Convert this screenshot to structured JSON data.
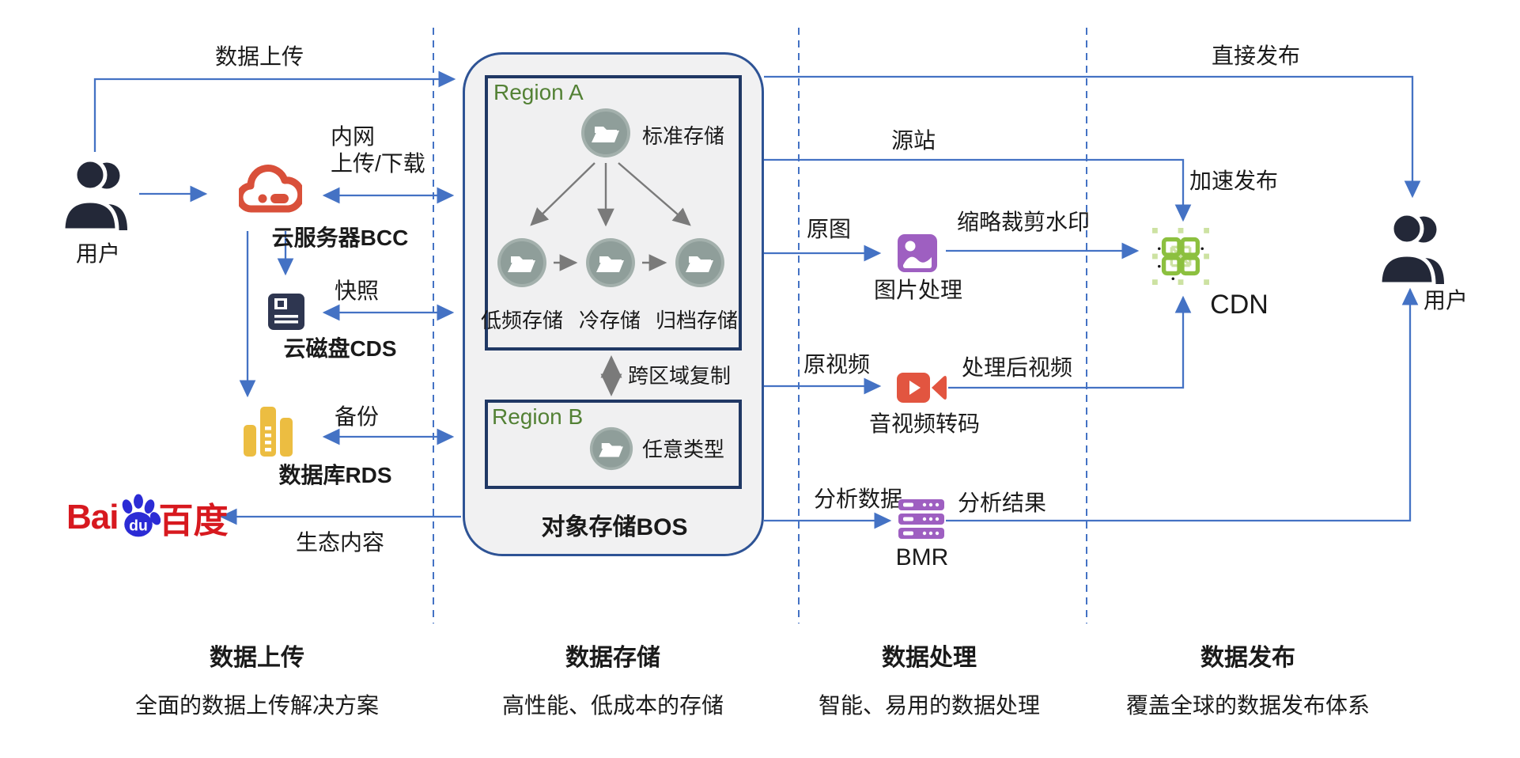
{
  "left": {
    "user_label": "用户",
    "bcc_label": "云服务器BCC",
    "cds_label": "云磁盘CDS",
    "rds_label": "数据库RDS",
    "baidu_logo": {
      "bai": "Bai",
      "du": "du",
      "cn": "百度"
    }
  },
  "edges": {
    "upload": "数据上传",
    "intranet_line1": "内网",
    "intranet_line2": "上传/下载",
    "snapshot": "快照",
    "backup": "备份",
    "eco_content": "生态内容",
    "origin": "源站",
    "original_image": "原图",
    "thumb_crop_watermark": "缩略裁剪水印",
    "accelerated_publish": "加速发布",
    "original_video": "原视频",
    "processed_video": "处理后视频",
    "analyze_data": "分析数据",
    "analyze_result": "分析结果",
    "direct_publish": "直接发布",
    "cross_region_replication": "跨区域复制"
  },
  "bos": {
    "title": "对象存储BOS",
    "region_a": {
      "label": "Region A",
      "standard": "标准存储",
      "infrequent": "低频存储",
      "cold": "冷存储",
      "archive": "归档存储"
    },
    "region_b": {
      "label": "Region B",
      "any_type": "任意类型"
    }
  },
  "right": {
    "image_processing": "图片处理",
    "media_transcoding": "音视频转码",
    "bmr": "BMR",
    "cdn": "CDN",
    "user_label": "用户"
  },
  "footer": [
    {
      "title": "数据上传",
      "desc": "全面的数据上传解决方案"
    },
    {
      "title": "数据存储",
      "desc": "高性能、低成本的存储"
    },
    {
      "title": "数据处理",
      "desc": "智能、易用的数据处理"
    },
    {
      "title": "数据发布",
      "desc": "覆盖全球的数据发布体系"
    }
  ],
  "colors": {
    "arrow_blue": "#4472c4",
    "arrow_gray": "#7a7a7a",
    "navy_icon": "#232838",
    "cloud_red": "#d9503a",
    "disk_navy": "#2e3650",
    "rds_yellow": "#ecbd41",
    "purple": "#9e5fc1",
    "video_red": "#e25540",
    "cdn_green": "#8cc03f",
    "region_border": "#203864",
    "region_label_green": "#538135",
    "bos_border": "#2e5395",
    "baidu_red": "#d7191f",
    "baidu_blue": "#2b2bd5"
  }
}
